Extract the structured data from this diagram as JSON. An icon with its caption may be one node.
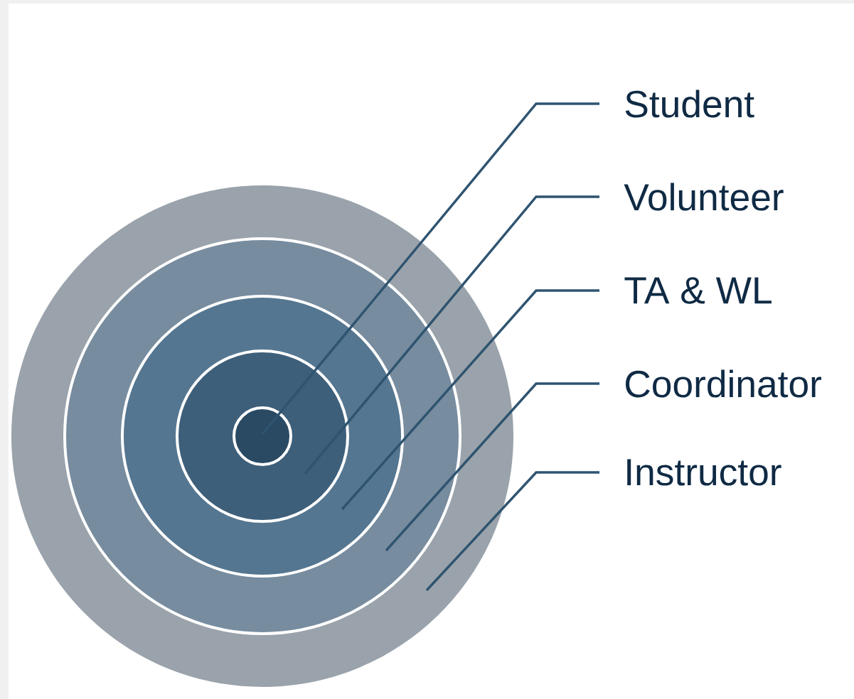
{
  "diagram": {
    "nodes": [
      {
        "text": [],
        "shape": "circle"
      },
      {
        "text": [],
        "shape": "circle",
        "in": 0
      },
      {
        "text": [],
        "shape": "circle",
        "in": 1
      },
      {
        "text": [],
        "shape": "circle",
        "in": 2
      },
      {
        "text": [],
        "shape": "circle",
        "in": 3
      },
      {
        "text": [
          "Student"
        ]
      },
      {
        "text": [
          "Volunteer"
        ]
      },
      {
        "text": [
          "TA & WL"
        ]
      },
      {
        "text": [
          "Coordinator"
        ]
      },
      {
        "text": [
          "Instructor"
        ]
      }
    ],
    "edges": [
      {
        "from": 5,
        "to": 4,
        "arrow": "none"
      },
      {
        "from": 6,
        "to": 3,
        "arrow": "none"
      },
      {
        "from": 7,
        "to": 2,
        "arrow": "none"
      },
      {
        "from": 8,
        "to": 1,
        "arrow": "none"
      },
      {
        "from": 9,
        "to": 0,
        "arrow": "none"
      }
    ]
  }
}
